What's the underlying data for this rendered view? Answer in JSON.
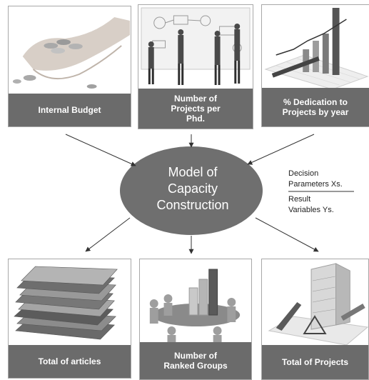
{
  "center": {
    "label": "Model of\nCapacity\nConstruction"
  },
  "legend": {
    "decision": "Decision\nParameters Xs.",
    "result": "Result\nVariables Ys."
  },
  "inputs": [
    {
      "caption": "Internal Budget",
      "image": "coins-in-hands"
    },
    {
      "caption": "Number of\nProjects per\nPhd.",
      "image": "people-at-whiteboard"
    },
    {
      "caption": "% Dedication to\nProjects by year",
      "image": "bar-chart-with-pencil"
    }
  ],
  "outputs": [
    {
      "caption": "Total of articles",
      "image": "stack-of-magazines"
    },
    {
      "caption": "Number of\nRanked Groups",
      "image": "meeting-table-with-chart"
    },
    {
      "caption": "Total of Projects",
      "image": "building-blueprint"
    }
  ],
  "colors": {
    "ellipse": "#6f6f6f",
    "caption_bar": "#6b6b6b",
    "arrow": "#333333"
  }
}
